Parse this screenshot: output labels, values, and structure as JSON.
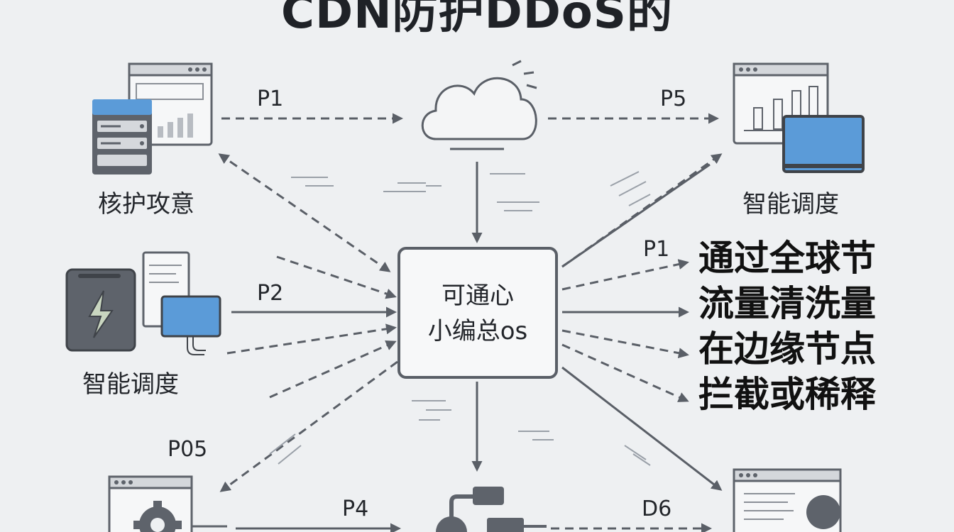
{
  "title": "CDN防护DDoS的",
  "nodes": {
    "top_left": {
      "caption": "核护攻意",
      "icon": "server-dashboard-icon"
    },
    "top_center": {
      "icon": "cloud-icon"
    },
    "top_right": {
      "caption": "智能调度",
      "icon": "analytics-dashboard-icon"
    },
    "middle_left": {
      "caption": "智能调度",
      "icon": "power-device-icon"
    },
    "center": {
      "line1": "可通心",
      "line2": "小编总os"
    },
    "bottom_left": {
      "icon": "settings-window-icon"
    },
    "bottom_center": {
      "icon": "network-device-icon"
    },
    "bottom_right": {
      "icon": "report-window-icon"
    }
  },
  "edge_labels": {
    "p1_top": "P1",
    "p5": "P5",
    "p1_right": "P1",
    "p2": "P2",
    "p05": "P05",
    "p4": "P4",
    "d6": "D6"
  },
  "side_text": [
    "通过全球节",
    "流量清洗量",
    "在边缘节点",
    "拦截或稀释"
  ],
  "colors": {
    "background": "#eef0f2",
    "line": "#5a5f67",
    "accent_blue": "#5b9bd8",
    "dark_gray": "#5e636b"
  }
}
